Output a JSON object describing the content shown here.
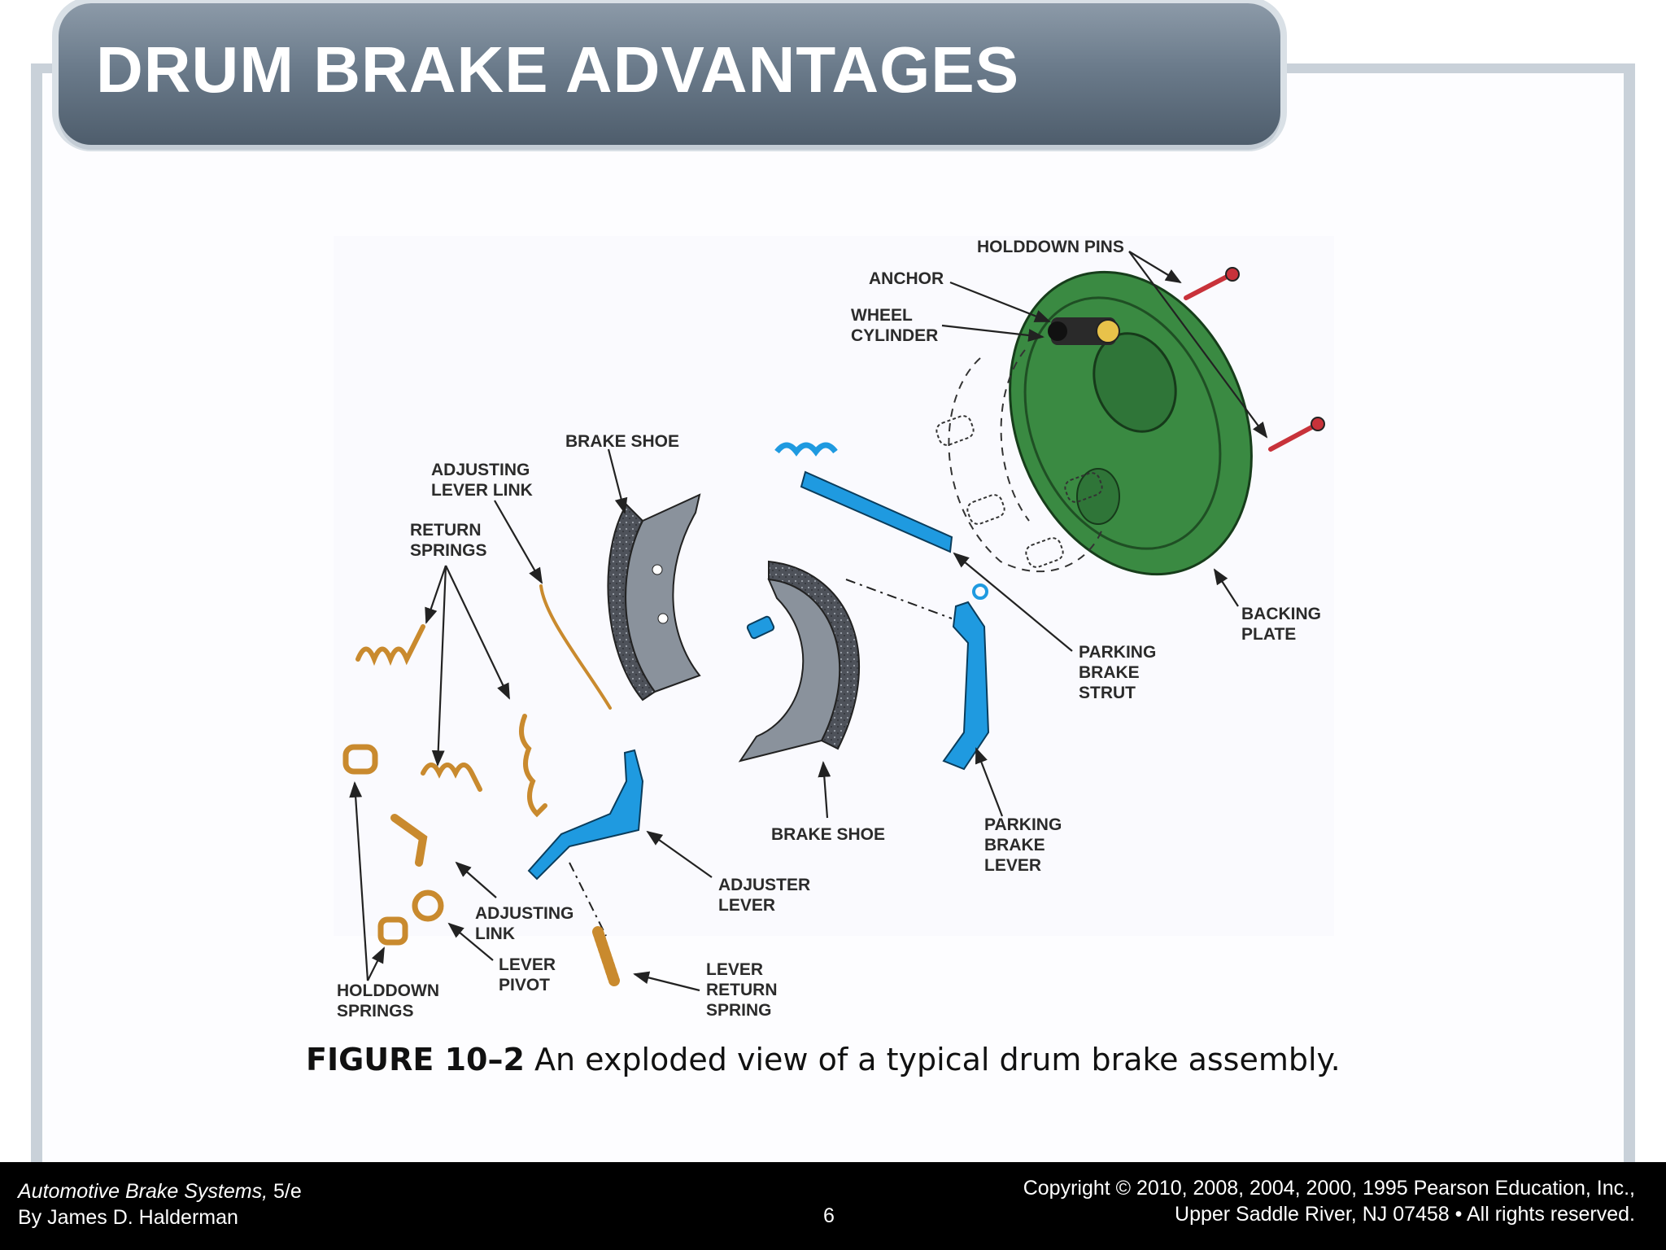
{
  "title": "DRUM BRAKE ADVANTAGES",
  "labels": {
    "holddown_pins": "HOLDDOWN PINS",
    "anchor": "ANCHOR",
    "wheel_cylinder_1": "WHEEL",
    "wheel_cylinder_2": "CYLINDER",
    "brake_shoe_top": "BRAKE SHOE",
    "adjusting_lever_link_1": "ADJUSTING",
    "adjusting_lever_link_2": "LEVER LINK",
    "return_springs_1": "RETURN",
    "return_springs_2": "SPRINGS",
    "backing_plate_1": "BACKING",
    "backing_plate_2": "PLATE",
    "parking_brake_strut_1": "PARKING",
    "parking_brake_strut_2": "BRAKE",
    "parking_brake_strut_3": "STRUT",
    "brake_shoe_bottom": "BRAKE SHOE",
    "parking_brake_lever_1": "PARKING",
    "parking_brake_lever_2": "BRAKE",
    "parking_brake_lever_3": "LEVER",
    "adjuster_lever_1": "ADJUSTER",
    "adjuster_lever_2": "LEVER",
    "adjusting_link_1": "ADJUSTING",
    "adjusting_link_2": "LINK",
    "lever_pivot_1": "LEVER",
    "lever_pivot_2": "PIVOT",
    "lever_return_spring_1": "LEVER",
    "lever_return_spring_2": "RETURN",
    "lever_return_spring_3": "SPRING",
    "holddown_springs_1": "HOLDDOWN",
    "holddown_springs_2": "SPRINGS"
  },
  "caption": {
    "figure": "FIGURE 10–2",
    "text": " An exploded view of a typical drum brake assembly."
  },
  "footer": {
    "book_title": "Automotive Brake Systems,",
    "edition": " 5/e",
    "author": "By James D. Halderman",
    "page": "6",
    "copyright_1": "Copyright © 2010, 2008, 2004, 2000, 1995 Pearson Education, Inc.,",
    "copyright_2": "Upper Saddle River, NJ 07458 • All rights reserved."
  },
  "colors": {
    "backing_plate": "#3a8a42",
    "brake_shoe": "#8a929c",
    "blue_parts": "#1f9ae0",
    "springs": "#c98a2e",
    "pins": "#c8323a"
  }
}
